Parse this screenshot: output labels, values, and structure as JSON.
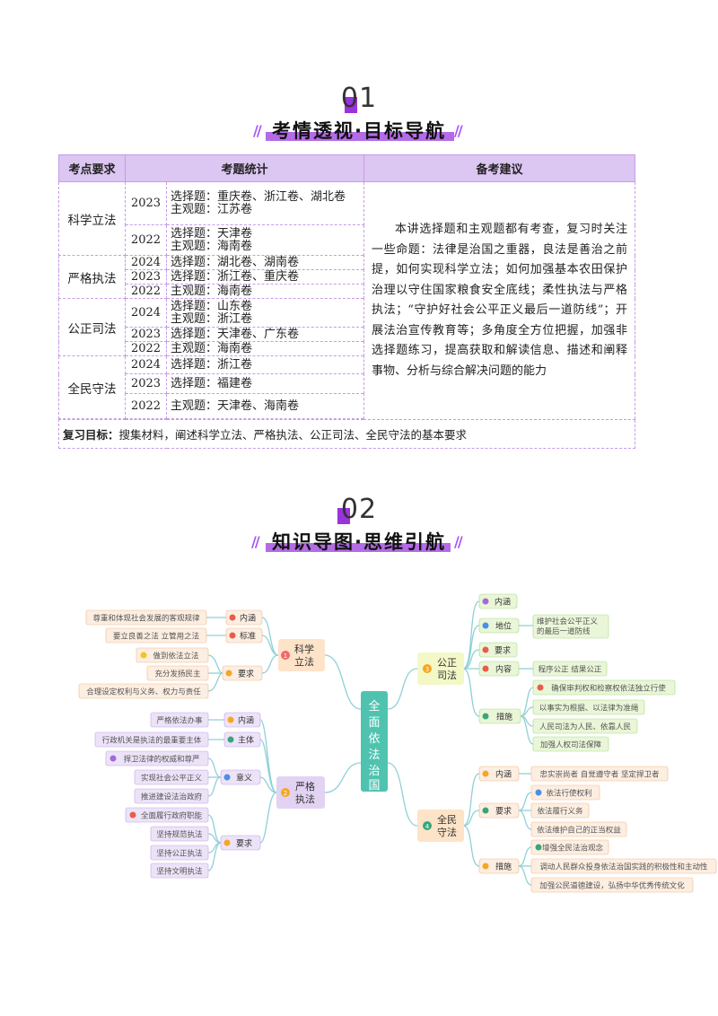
{
  "section1": {
    "number": "01",
    "title": "考情透视·目标导航"
  },
  "section2": {
    "number": "02",
    "title": "知识导图·思维引航"
  },
  "table": {
    "headers": [
      "考点要求",
      "考题统计",
      "备考建议"
    ],
    "rows": [
      {
        "area": "科学立法",
        "years": [
          {
            "year": "2023",
            "lines": [
              "选择题：重庆卷、浙江卷、湖北卷",
              "主观题：江苏卷"
            ]
          },
          {
            "year": "2022",
            "lines": [
              "选择题：天津卷",
              "主观题：海南卷"
            ]
          }
        ]
      },
      {
        "area": "严格执法",
        "years": [
          {
            "year": "2024",
            "lines": [
              "选择题：湖北卷、湖南卷"
            ]
          },
          {
            "year": "2023",
            "lines": [
              "选择题：浙江卷、重庆卷"
            ]
          },
          {
            "year": "2022",
            "lines": [
              "主观题：海南卷"
            ]
          }
        ]
      },
      {
        "area": "公正司法",
        "years": [
          {
            "year": "2024",
            "lines": [
              "选择题：山东卷",
              "主观题：浙江卷"
            ]
          },
          {
            "year": "2023",
            "lines": [
              "选择题：天津卷、广东卷"
            ]
          },
          {
            "year": "2022",
            "lines": [
              "主观题：海南卷"
            ]
          }
        ]
      },
      {
        "area": "全民守法",
        "years": [
          {
            "year": "2024",
            "lines": [
              "选择题：浙江卷"
            ]
          },
          {
            "year": "2023",
            "lines": [
              "选择题：福建卷"
            ]
          },
          {
            "year": "2022",
            "lines": [
              "主观题：天津卷、海南卷"
            ]
          }
        ]
      }
    ],
    "advice": "本讲选择题和主观题都有考查，复习时关注一些命题：法律是治国之重器，良法是善治之前提，如何实现科学立法；如何加强基本农田保护治理以守住国家粮食安全底线；柔性执法与严格执法；“守护好社会公平正义最后一道防线”；开展法治宣传教育等；多角度全方位把握，加强非选择题练习，提高获取和解读信息、描述和阐释事物、分析与综合解决问题的能力",
    "goal_label": "复习目标：",
    "goal_text": "搜集材料，阐述科学立法、严格执法、公正司法、全民守法的基本要求"
  },
  "mindmap": {
    "center": [
      "全",
      "面",
      "依",
      "法",
      "治",
      "国"
    ],
    "branches": {
      "kexue": {
        "num": "1",
        "title": [
          "科学",
          "立法"
        ],
        "neihan": "内涵",
        "neihan_leaf": "尊重和体现社会发展的客观规律",
        "biaozhun": "标准",
        "biaozhun_leaf": "要立良善之法 立管用之法",
        "yaoqiu": "要求",
        "yaoqiu_leaves": [
          "做到依法立法",
          "充分发扬民主",
          "合理设定权利与义务、权力与责任"
        ]
      },
      "yange": {
        "num": "2",
        "title": [
          "严格",
          "执法"
        ],
        "neihan": "内涵",
        "neihan_leaf": "严格依法办事",
        "zhuti": "主体",
        "zhuti_leaf": "行政机关是执法的最重要主体",
        "yiyi": "意义",
        "yiyi_leaves": [
          "捍卫法律的权威和尊严",
          "实现社会公平正义",
          "推进建设法治政府"
        ],
        "yaoqiu": "要求",
        "yaoqiu_leaves": [
          "全面履行政府职能",
          "坚持规范执法",
          "坚持公正执法",
          "坚持文明执法"
        ]
      },
      "gongzheng": {
        "num": "3",
        "title": [
          "公正",
          "司法"
        ],
        "neihan": "内涵",
        "diwei": "地位",
        "diwei_leaf": [
          "维护社会公平正义",
          "的最后一道防线"
        ],
        "yaoqiu": "要求",
        "neirong": "内容",
        "neirong_leaf": "程序公正 结果公正",
        "cuoshi": "措施",
        "cuoshi_leaves": [
          "确保审判权和检察权依法独立行使",
          "以事实为根据、以法律为准绳",
          "人民司法为人民、依靠人民",
          "加强人权司法保障"
        ]
      },
      "quanmin": {
        "num": "4",
        "title": [
          "全民",
          "守法"
        ],
        "neihan": "内涵",
        "neihan_leaf": "忠实崇尚者 自觉遵守者 坚定捍卫者",
        "yaoqiu": "要求",
        "yaoqiu_leaves": [
          "依法行使权利",
          "依法履行义务",
          "依法维护自己的正当权益"
        ],
        "cuoshi": "措施",
        "cuoshi_leaves": [
          "增强全民法治观念",
          "调动人民群众投身依法治国实践的积极性和主动性",
          "加强公民道德建设，弘扬中华优秀传统文化"
        ]
      }
    }
  }
}
